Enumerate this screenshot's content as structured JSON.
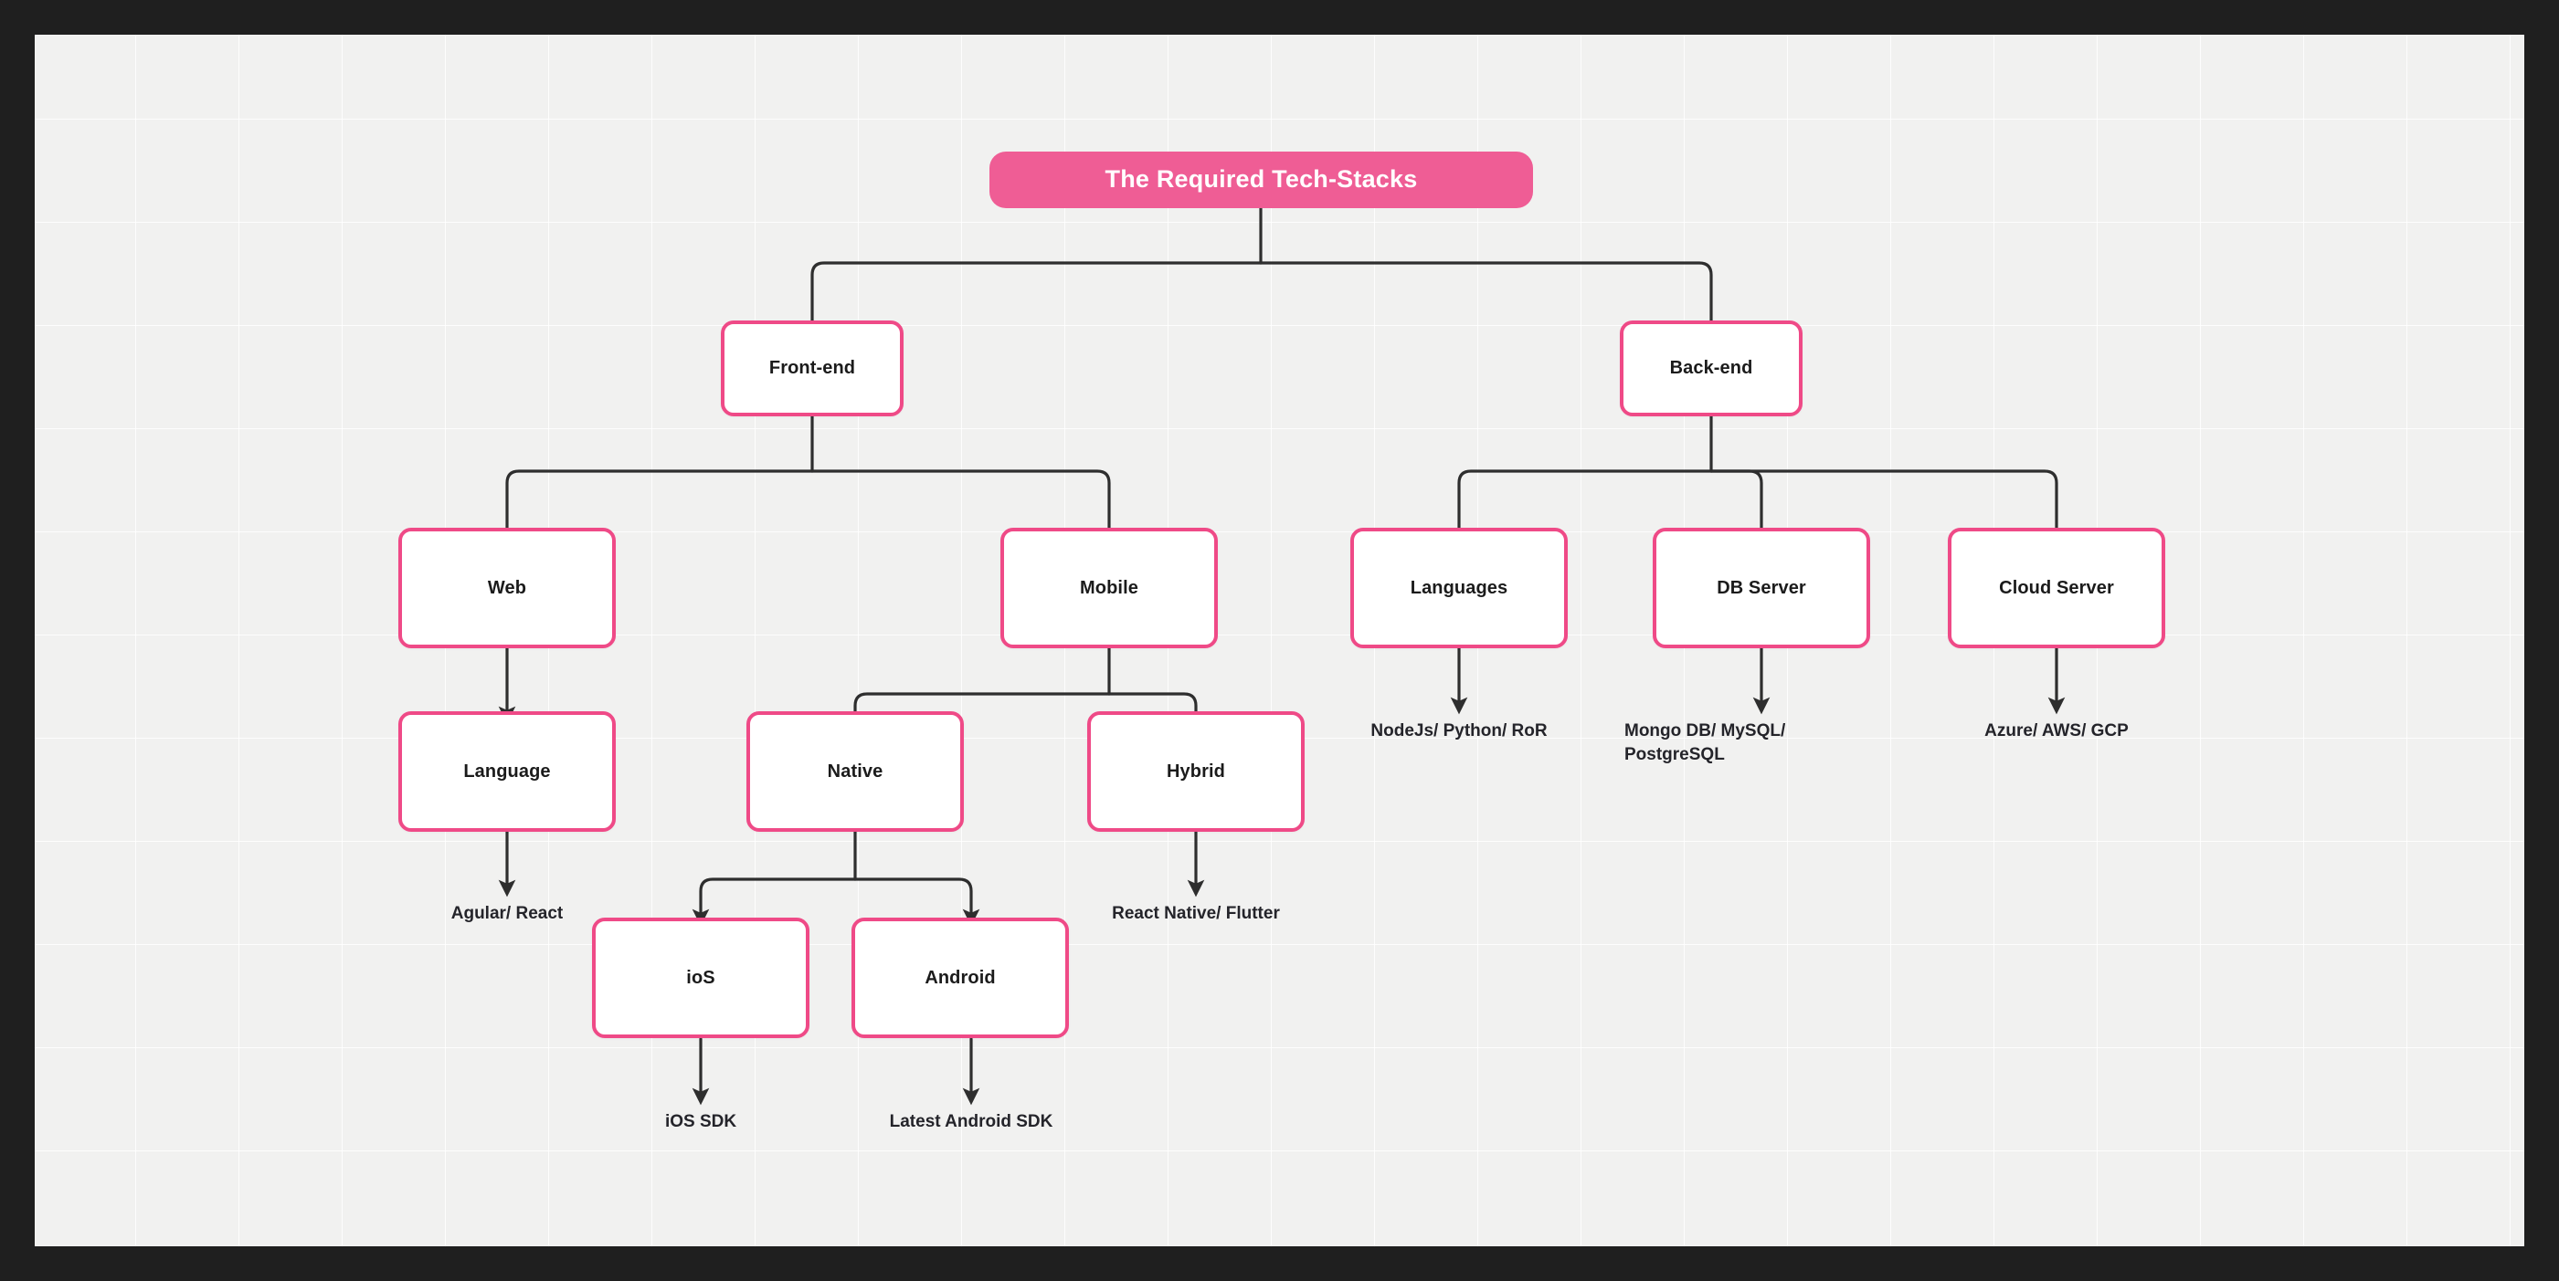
{
  "diagram": {
    "title": "The Required Tech-Stacks",
    "type": "tree",
    "colors": {
      "root_fill": "#ef5d95",
      "node_border": "#ef4a87",
      "node_fill": "#ffffff",
      "text": "#1b1b1b",
      "edge": "#2e2e2e",
      "canvas": "#f1f1f0",
      "frame": "#1f1f1f"
    },
    "nodes": {
      "root": {
        "label": "The Required Tech-Stacks"
      },
      "frontend": {
        "label": "Front-end"
      },
      "backend": {
        "label": "Back-end"
      },
      "web": {
        "label": "Web"
      },
      "mobile": {
        "label": "Mobile"
      },
      "languages": {
        "label": "Languages"
      },
      "dbserver": {
        "label": "DB Server"
      },
      "cloudserver": {
        "label": "Cloud Server"
      },
      "language": {
        "label": "Language"
      },
      "native": {
        "label": "Native"
      },
      "hybrid": {
        "label": "Hybrid"
      },
      "ios": {
        "label": "ioS"
      },
      "android": {
        "label": "Android"
      }
    },
    "leaves": {
      "web_tech": {
        "line1": "Agular/ React"
      },
      "hybrid_tech": {
        "line1": "React Native/ Flutter"
      },
      "ios_tech": {
        "line1": "iOS SDK"
      },
      "android_tech": {
        "line1": "Latest Android SDK"
      },
      "languages_tech": {
        "line1": "NodeJs/ Python/ RoR"
      },
      "db_tech": {
        "line1": "Mongo DB/ MySQL/",
        "line2": "PostgreSQL"
      },
      "cloud_tech": {
        "line1": "Azure/ AWS/ GCP"
      }
    },
    "structure": [
      {
        "parent": "root",
        "children": [
          "frontend",
          "backend"
        ]
      },
      {
        "parent": "frontend",
        "children": [
          "web",
          "mobile"
        ]
      },
      {
        "parent": "backend",
        "children": [
          "languages",
          "dbserver",
          "cloudserver"
        ]
      },
      {
        "parent": "web",
        "children": [
          "language"
        ]
      },
      {
        "parent": "mobile",
        "children": [
          "native",
          "hybrid"
        ]
      },
      {
        "parent": "native",
        "children": [
          "ios",
          "android"
        ]
      },
      {
        "parent": "language",
        "children": [
          "web_tech"
        ]
      },
      {
        "parent": "hybrid",
        "children": [
          "hybrid_tech"
        ]
      },
      {
        "parent": "ios",
        "children": [
          "ios_tech"
        ]
      },
      {
        "parent": "android",
        "children": [
          "android_tech"
        ]
      },
      {
        "parent": "languages",
        "children": [
          "languages_tech"
        ]
      },
      {
        "parent": "dbserver",
        "children": [
          "db_tech"
        ]
      },
      {
        "parent": "cloudserver",
        "children": [
          "cloud_tech"
        ]
      }
    ]
  }
}
